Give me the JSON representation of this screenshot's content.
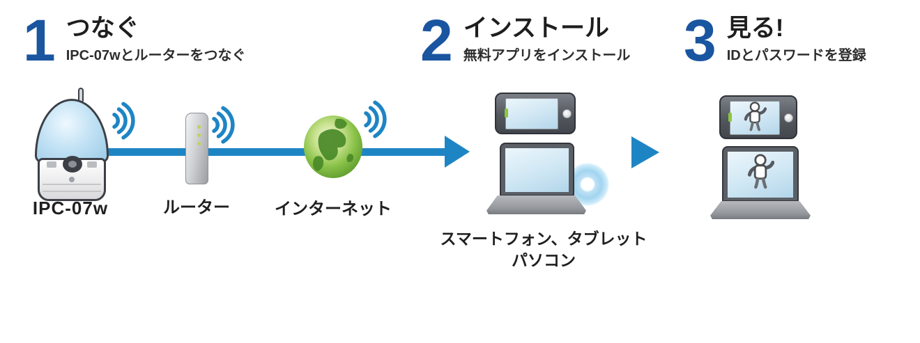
{
  "page": {
    "background": "#ffffff",
    "description_type": "setup-flow-diagram"
  },
  "colors": {
    "step_number_blue": "#1a55a0",
    "signal_blue": "#1e85c4",
    "screen_blue": "#cfe6f3",
    "globe_green": "#8bc34a",
    "text_dark": "#1f1f1f"
  },
  "steps": [
    {
      "number": "1",
      "title": "つなぐ",
      "subtitle": "IPC-07wとルーターをつなぐ"
    },
    {
      "number": "2",
      "title": "インストール",
      "subtitle": "無料アプリをインストール"
    },
    {
      "number": "3",
      "title": "見る!",
      "subtitle": "IDとパスワードを登録"
    }
  ],
  "flow": {
    "camera_label": "IPC-07w",
    "router_label": "ルーター",
    "internet_label": "インターネット",
    "devices_label_line1": "スマートフォン、タブレット",
    "devices_label_line2": "パソコン"
  },
  "icons": {
    "ip_camera": "dome-camera-icon",
    "wifi": "wifi-signal-arcs-icon",
    "router": "router-icon",
    "internet": "globe-icon",
    "smartphone": "smartphone-icon",
    "laptop": "laptop-icon",
    "app_disc": "software-disc-icon",
    "arrow": "right-arrow-icon",
    "person": "person-on-screen-icon"
  }
}
